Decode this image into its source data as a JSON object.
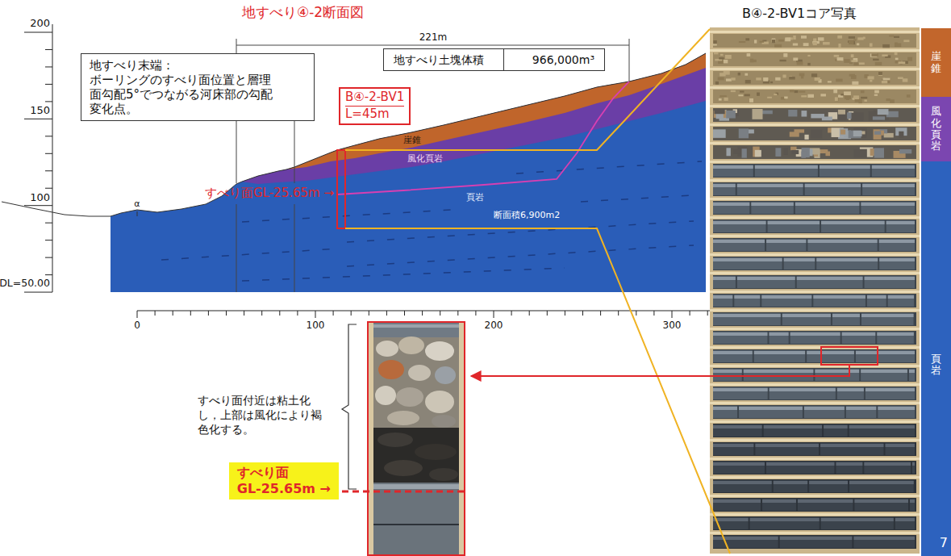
{
  "diagram": {
    "title": "地すべり④-2断面図",
    "nodes": [
      {
        "text": [
          "地すべり末端：",
          "ボーリングのすべり面位置と層理面勾配5°でつながる河床部の勾配変化点。"
        ]
      },
      {
        "text": [
          "地すべり土塊体積",
          "966,000m³"
        ]
      },
      {
        "text": [
          "B④-2-BV1",
          "L=45m"
        ]
      },
      {
        "text": [
          "崖錐"
        ]
      },
      {
        "text": [
          "風化頁岩"
        ]
      },
      {
        "text": [
          "頁岩"
        ]
      },
      {
        "text": [
          "すべり面",
          "GL-25.65m →"
        ]
      }
    ],
    "labels": [
      "200",
      "150",
      "100",
      "DL=50.00",
      "221m",
      "α",
      "すべり面GL-25.65m →",
      "崖錐",
      "風化頁岩",
      "頁岩",
      "断面積6,900m2",
      "0",
      "100",
      "200",
      "300",
      "B④-2-BV1コア写真",
      "すべり面付近は粘土化し，上部は風化により褐色化する。",
      "7"
    ]
  }
}
